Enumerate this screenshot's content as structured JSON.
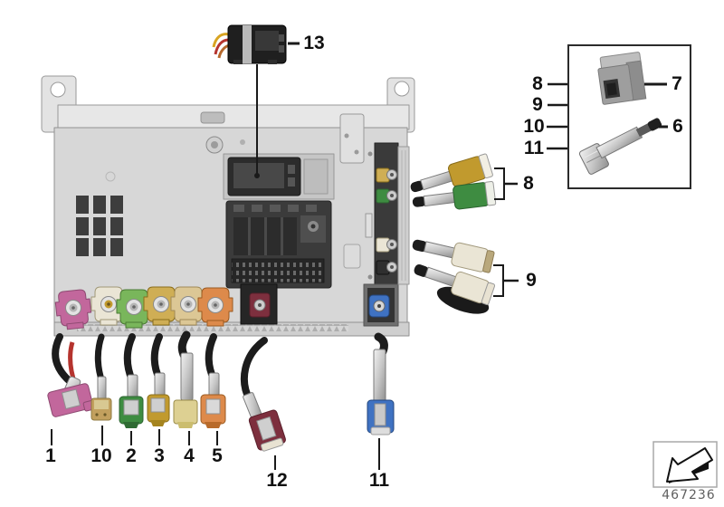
{
  "figure": {
    "part_number": "467236",
    "description": "Rear view of head unit with antenna pigtail leads and repair connectors"
  },
  "callouts": {
    "item13": "13",
    "legend8": "8",
    "legend9": "9",
    "legend10": "10",
    "legend11": "11",
    "legend7": "7",
    "legend6": "6",
    "group8": "8",
    "group9": "9",
    "item1": "1",
    "item10": "10",
    "item2": "2",
    "item3": "3",
    "item4": "4",
    "item5": "5",
    "item12": "12",
    "item11": "11"
  },
  "icons": {
    "direction_arrow": "diagonal-arrow-down-left"
  },
  "colors": {
    "pink": "#c2679c",
    "white_connector": "#eae5d5",
    "green": "#79b65b",
    "dark_green": "#3e8c41",
    "yellow": "#cfae55",
    "gold": "#c19a2e",
    "beige": "#dcc795",
    "pale_yellow": "#ddd092",
    "orange": "#dd8a4b",
    "maroon": "#7d2f3e",
    "blue": "#3f72c2",
    "tan": "#c2a05e",
    "red_wire": "#b5342e",
    "socket_black": "#2f2f2f"
  }
}
